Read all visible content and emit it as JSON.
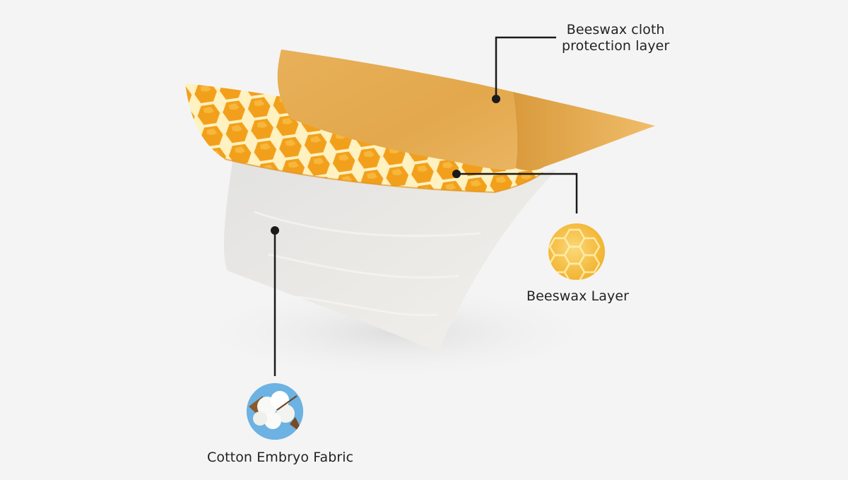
{
  "diagram": {
    "type": "layer-structure",
    "layers": [
      {
        "id": "protection",
        "label_line1": "Beeswax cloth",
        "label_line2": "protection layer",
        "color": "#e6ac4f"
      },
      {
        "id": "beeswax",
        "label": "Beeswax Layer",
        "icon": "honeycomb-icon",
        "color": "#f0a020"
      },
      {
        "id": "cotton",
        "label": "Cotton Embryo Fabric",
        "icon": "cotton-boll-icon",
        "color": "#e6e4df"
      }
    ],
    "colors": {
      "background": "#f4f4f4",
      "leader_line": "#1a1a1a",
      "text": "#222222",
      "honeycomb_walls": "#fff3c8",
      "honey": "#f29a12",
      "cotton_sky": "#5ba4d9"
    }
  }
}
